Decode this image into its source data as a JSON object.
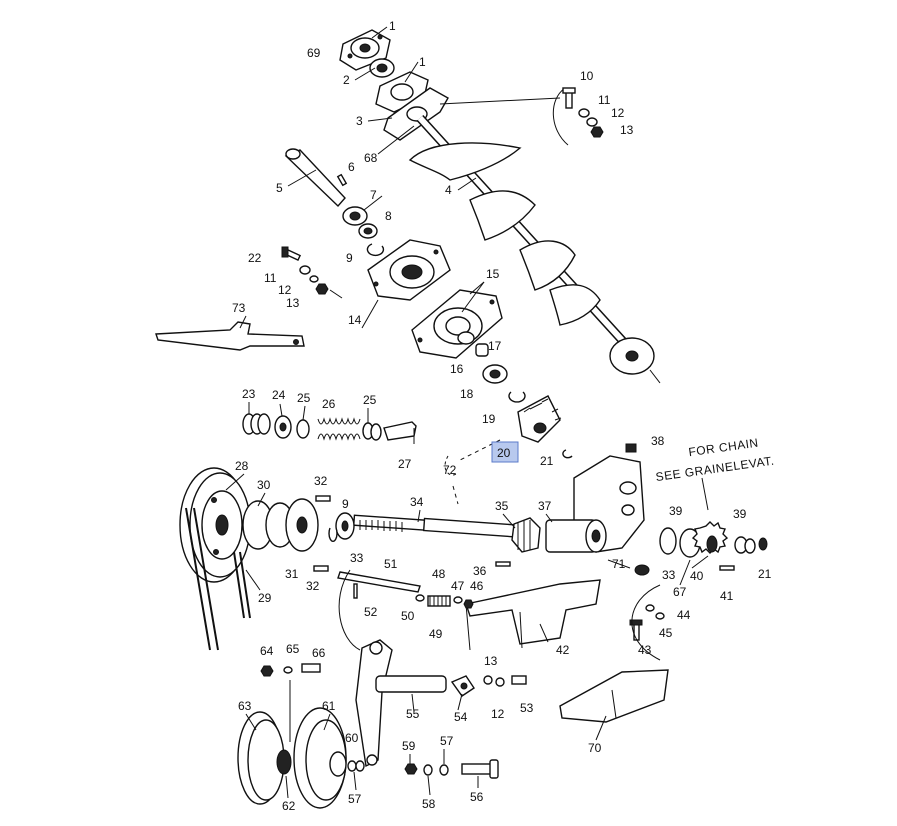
{
  "callouts": [
    {
      "id": "c1a",
      "text": "1"
    },
    {
      "id": "c69",
      "text": "69"
    },
    {
      "id": "c2",
      "text": "2"
    },
    {
      "id": "c1b",
      "text": "1"
    },
    {
      "id": "c3",
      "text": "3"
    },
    {
      "id": "c68",
      "text": "68"
    },
    {
      "id": "c10",
      "text": "10"
    },
    {
      "id": "c11a",
      "text": "11"
    },
    {
      "id": "c12a",
      "text": "12"
    },
    {
      "id": "c13a",
      "text": "13"
    },
    {
      "id": "c6",
      "text": "6"
    },
    {
      "id": "c5",
      "text": "5"
    },
    {
      "id": "c4",
      "text": "4"
    },
    {
      "id": "c7",
      "text": "7"
    },
    {
      "id": "c8",
      "text": "8"
    },
    {
      "id": "c9a",
      "text": "9"
    },
    {
      "id": "c22",
      "text": "22"
    },
    {
      "id": "c11b",
      "text": "11"
    },
    {
      "id": "c12b",
      "text": "12"
    },
    {
      "id": "c13b",
      "text": "13"
    },
    {
      "id": "c15",
      "text": "15"
    },
    {
      "id": "c14",
      "text": "14"
    },
    {
      "id": "c73",
      "text": "73"
    },
    {
      "id": "c17",
      "text": "17"
    },
    {
      "id": "c16",
      "text": "16"
    },
    {
      "id": "c18",
      "text": "18"
    },
    {
      "id": "c19",
      "text": "19"
    },
    {
      "id": "c23",
      "text": "23"
    },
    {
      "id": "c24",
      "text": "24"
    },
    {
      "id": "c25a",
      "text": "25"
    },
    {
      "id": "c26",
      "text": "26"
    },
    {
      "id": "c25b",
      "text": "25"
    },
    {
      "id": "c27",
      "text": "27"
    },
    {
      "id": "c20",
      "text": "20"
    },
    {
      "id": "c72",
      "text": "72"
    },
    {
      "id": "c21a",
      "text": "21"
    },
    {
      "id": "c38",
      "text": "38"
    },
    {
      "id": "c28",
      "text": "28"
    },
    {
      "id": "c32a",
      "text": "32"
    },
    {
      "id": "c30",
      "text": "30"
    },
    {
      "id": "c9b",
      "text": "9"
    },
    {
      "id": "c34",
      "text": "34"
    },
    {
      "id": "c35",
      "text": "35"
    },
    {
      "id": "c37",
      "text": "37"
    },
    {
      "id": "c39a",
      "text": "39"
    },
    {
      "id": "c39b",
      "text": "39"
    },
    {
      "id": "c31",
      "text": "31"
    },
    {
      "id": "c33a",
      "text": "33"
    },
    {
      "id": "c36",
      "text": "36"
    },
    {
      "id": "c71",
      "text": "71"
    },
    {
      "id": "c33b",
      "text": "33"
    },
    {
      "id": "c40",
      "text": "40"
    },
    {
      "id": "c21b",
      "text": "21"
    },
    {
      "id": "c32b",
      "text": "32"
    },
    {
      "id": "c29",
      "text": "29"
    },
    {
      "id": "c51",
      "text": "51"
    },
    {
      "id": "c48",
      "text": "48"
    },
    {
      "id": "c47",
      "text": "47"
    },
    {
      "id": "c46",
      "text": "46"
    },
    {
      "id": "c67",
      "text": "67"
    },
    {
      "id": "c41",
      "text": "41"
    },
    {
      "id": "c52",
      "text": "52"
    },
    {
      "id": "c50",
      "text": "50"
    },
    {
      "id": "c49",
      "text": "49"
    },
    {
      "id": "c44",
      "text": "44"
    },
    {
      "id": "c45",
      "text": "45"
    },
    {
      "id": "c42",
      "text": "42"
    },
    {
      "id": "c43",
      "text": "43"
    },
    {
      "id": "c64",
      "text": "64"
    },
    {
      "id": "c65",
      "text": "65"
    },
    {
      "id": "c66",
      "text": "66"
    },
    {
      "id": "c13c",
      "text": "13"
    },
    {
      "id": "c63",
      "text": "63"
    },
    {
      "id": "c61",
      "text": "61"
    },
    {
      "id": "c55",
      "text": "55"
    },
    {
      "id": "c54",
      "text": "54"
    },
    {
      "id": "c12c",
      "text": "12"
    },
    {
      "id": "c53",
      "text": "53"
    },
    {
      "id": "c70",
      "text": "70"
    },
    {
      "id": "c60",
      "text": "60"
    },
    {
      "id": "c59",
      "text": "59"
    },
    {
      "id": "c57a",
      "text": "57"
    },
    {
      "id": "c62",
      "text": "62"
    },
    {
      "id": "c57b",
      "text": "57"
    },
    {
      "id": "c58",
      "text": "58"
    },
    {
      "id": "c56",
      "text": "56"
    }
  ],
  "note": {
    "line1": "FOR CHAIN",
    "line2": "SEE GRAINELEVAT."
  },
  "highlight": {
    "label": "20",
    "color": "#b8c9ee",
    "border": "#5b7bc9"
  }
}
